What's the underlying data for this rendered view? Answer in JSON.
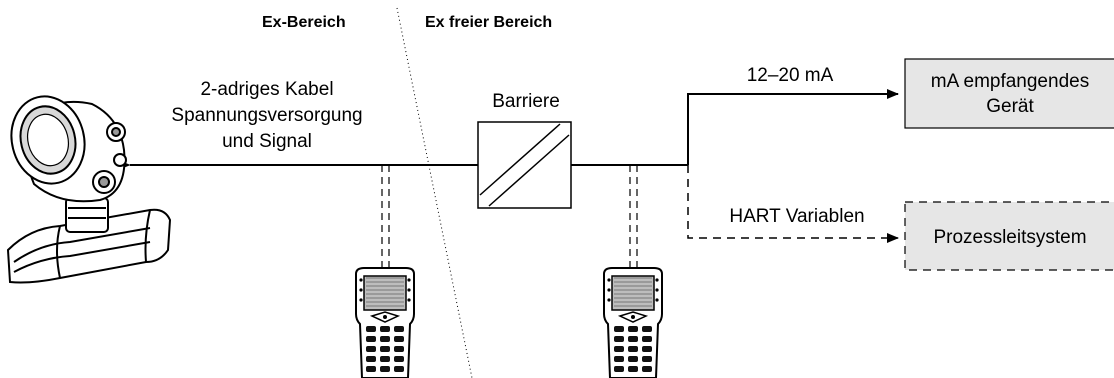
{
  "zones": {
    "hazardous": "Ex-Bereich",
    "safe": "Ex freier Bereich"
  },
  "cable_label": {
    "line1": "2-adriges Kabel",
    "line2": "Spannungsversorgung",
    "line3": "und Signal"
  },
  "barrier_label": "Barriere",
  "signal_label": "12–20 mA",
  "hart_label": "HART Variablen",
  "receiver_box": {
    "line1": "mA empfangendes",
    "line2": "Gerät"
  },
  "control_system_box": "Prozessleitsystem",
  "icons": {
    "transmitter": "field-transmitter-icon",
    "communicator": "handheld-communicator-icon"
  },
  "colors": {
    "box_fill": "#e6e6e6",
    "line": "#000000"
  }
}
